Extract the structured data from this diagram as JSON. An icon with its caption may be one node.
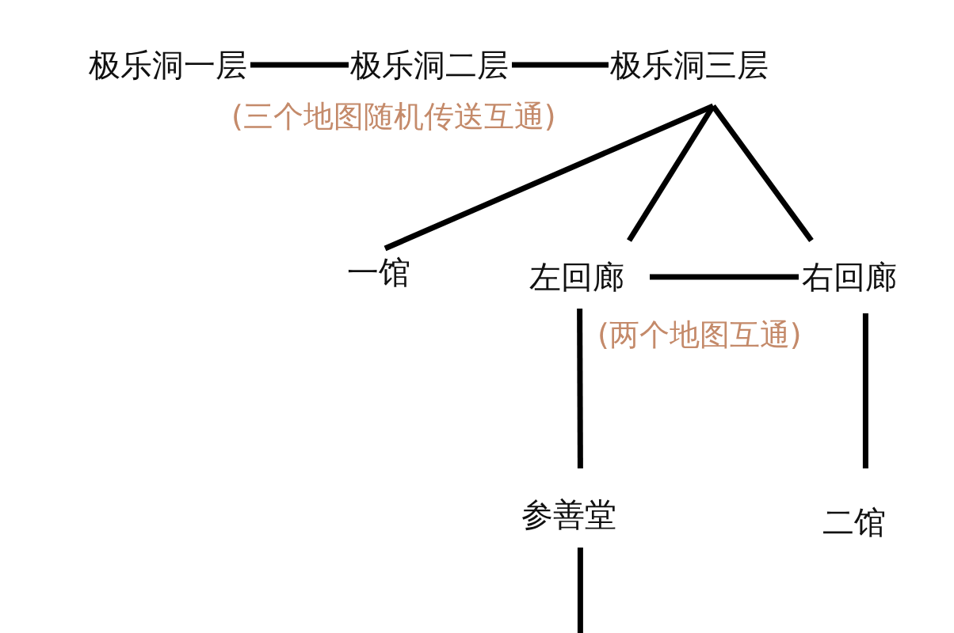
{
  "diagram": {
    "nodes": [
      {
        "text": [
          "极乐洞一层"
        ]
      },
      {
        "text": [
          "极乐洞二层"
        ]
      },
      {
        "text": [
          "极乐洞三层"
        ]
      },
      {
        "text": [
          "一馆"
        ]
      },
      {
        "text": [
          "左回廊"
        ]
      },
      {
        "text": [
          "右回廊"
        ]
      },
      {
        "text": [
          "参善堂"
        ]
      },
      {
        "text": [
          "二馆"
        ]
      }
    ],
    "edges": [
      {
        "from": 0,
        "to": 1,
        "arrow": "none"
      },
      {
        "from": 1,
        "to": 2,
        "arrow": "none"
      },
      {
        "from": 2,
        "to": 3,
        "arrow": "none"
      },
      {
        "from": 2,
        "to": 4,
        "arrow": "none"
      },
      {
        "from": 2,
        "to": 5,
        "arrow": "none"
      },
      {
        "from": 4,
        "to": 5,
        "arrow": "none"
      },
      {
        "from": 4,
        "to": 6,
        "arrow": "none"
      },
      {
        "from": 5,
        "to": 7,
        "arrow": "none"
      },
      {
        "from": 6,
        "to": null,
        "arrow": "none"
      }
    ],
    "labels": [
      "(三个地图随机传送互通)",
      "(两个地图互通)"
    ]
  }
}
